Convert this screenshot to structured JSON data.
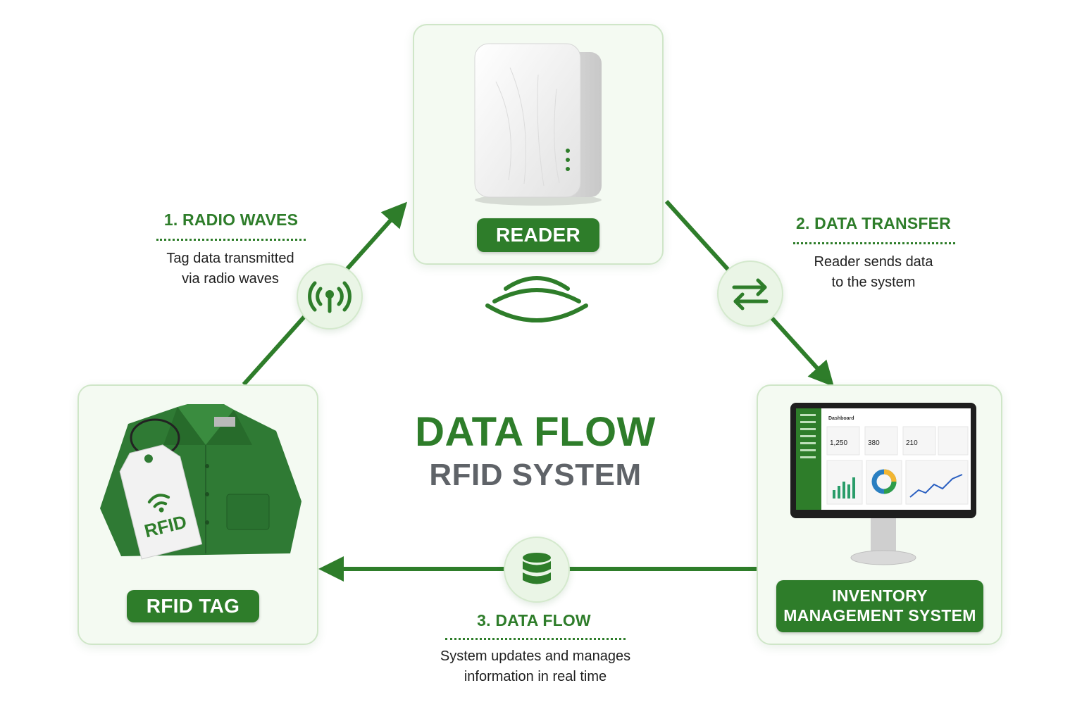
{
  "diagram": {
    "title": "DATA FLOW",
    "subtitle": "RFID SYSTEM"
  },
  "nodes": {
    "reader": {
      "label": "READER"
    },
    "rfid_tag": {
      "label": "RFID TAG",
      "tag_text": "RFID"
    },
    "inventory_system": {
      "label_line1": "INVENTORY",
      "label_line2": "MANAGEMENT SYSTEM",
      "screen": {
        "heading": "Dashboard",
        "stats": [
          "1,250",
          "380",
          "210"
        ]
      }
    }
  },
  "steps": [
    {
      "title": "1. RADIO WAVES",
      "description": "Tag data transmitted\nvia radio waves",
      "icon": "antenna-icon"
    },
    {
      "title": "2. DATA TRANSFER",
      "description": "Reader sends data\nto the system",
      "icon": "exchange-arrows-icon"
    },
    {
      "title": "3. DATA FLOW",
      "description": "System updates and manages\ninformation in real time",
      "icon": "database-icon"
    }
  ],
  "colors": {
    "primary_green": "#2e7d2a",
    "card_fill": "#f4faf2",
    "card_border": "#cfe6c8",
    "subtitle_gray": "#5f6368"
  }
}
